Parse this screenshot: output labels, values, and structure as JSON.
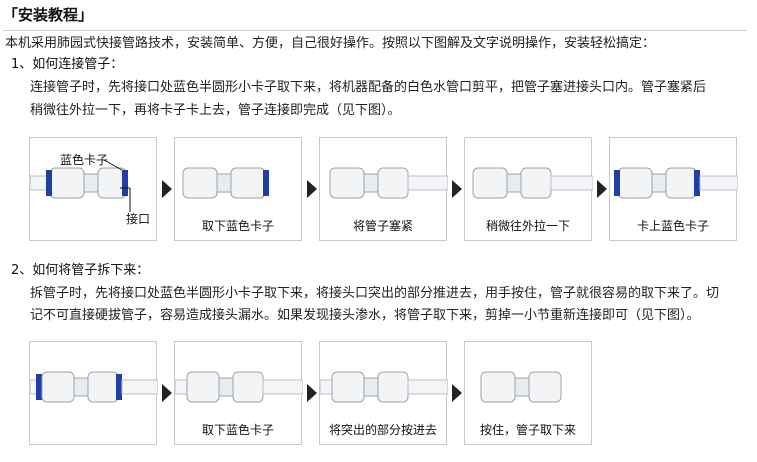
{
  "title": "「安装教程」",
  "intro": "本机采用肺园式快接管路技术，安装简单、方便，自己很好操作。按照以下图解及文字说明操作，安装轻松搞定：",
  "section1": {
    "heading": "1、如何连接管子：",
    "text_line1": "连接管子时，先将接口处蓝色半圆形小卡子取下来，将机器配备的白色水管口剪平，把管子塞进接头口内。管子塞紧后",
    "text_line2": "稍微往外拉一下，再将卡子卡上去，管子连接即完成（见下图）。",
    "callouts": {
      "clip": "蓝色卡子",
      "port": "接口"
    },
    "captions": [
      "",
      "取下蓝色卡子",
      "将管子塞紧",
      "稍微往外拉一下",
      "卡上蓝色卡子"
    ]
  },
  "section2": {
    "heading": "2、如何将管子拆下来：",
    "text_line1": "拆管子时，先将接口处蓝色半圆形小卡子取下来，将接头口突出的部分推进去，用手按住，管子就很容易的取下来了。切",
    "text_line2": "记不可直接硬拔管子，容易造成接头漏水。如果发现接头渗水，将管子取下来，剪掉一小节重新连接即可（见下图）。",
    "captions": [
      "",
      "取下蓝色卡子",
      "将突出的部分按进去",
      "按住，管子取下来"
    ]
  },
  "colors": {
    "clip_blue": "#1f3fa6",
    "fitting_white": "#f2f4f6",
    "outline": "#9aa3ad"
  }
}
